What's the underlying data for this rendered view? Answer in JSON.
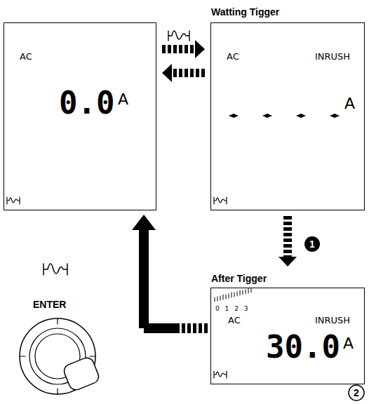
{
  "diagram": {
    "nodes": [
      {
        "text": [
          "AC",
          "0.0",
          "A"
        ]
      },
      {
        "text": [
          "Watting Tigger",
          "AC",
          "INRUSH",
          "A"
        ]
      },
      {
        "text": [
          "After Tigger",
          "0 1 2 3",
          "AC",
          "INRUSH",
          "30.0",
          "A"
        ]
      }
    ],
    "edges": [
      {
        "from": 0,
        "to": 1,
        "arrow": "to"
      },
      {
        "from": 1,
        "to": 0,
        "arrow": "to"
      },
      {
        "from": 1,
        "to": 2,
        "arrow": "to"
      },
      {
        "from": 2,
        "to": 0,
        "arrow": "to"
      }
    ],
    "labels": [
      "ENTER",
      "1",
      "2"
    ]
  }
}
